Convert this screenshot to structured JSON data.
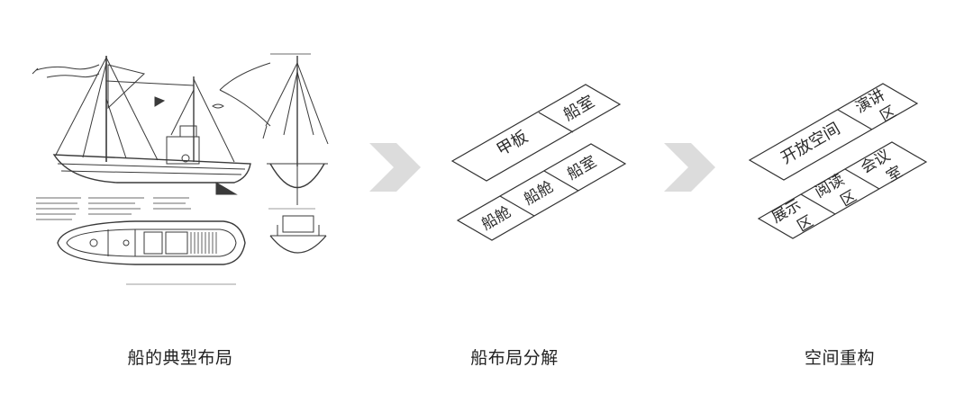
{
  "captions": {
    "original": "船的典型布局",
    "decomposed": "船布局分解",
    "reconstructed": "空间重构"
  },
  "decomposed": {
    "top_row": [
      "甲板",
      "船室"
    ],
    "bottom_row": [
      "船舱",
      "船舱",
      "船室"
    ]
  },
  "reconstructed": {
    "top_row": [
      "开放空间",
      "演讲",
      "区"
    ],
    "bottom_row": [
      "展示",
      "区",
      "阅读",
      "区",
      "会议",
      "室"
    ]
  },
  "colors": {
    "arrow": "#dcdcdc",
    "outline": "#333333",
    "drawing": "#3a3a3a"
  }
}
